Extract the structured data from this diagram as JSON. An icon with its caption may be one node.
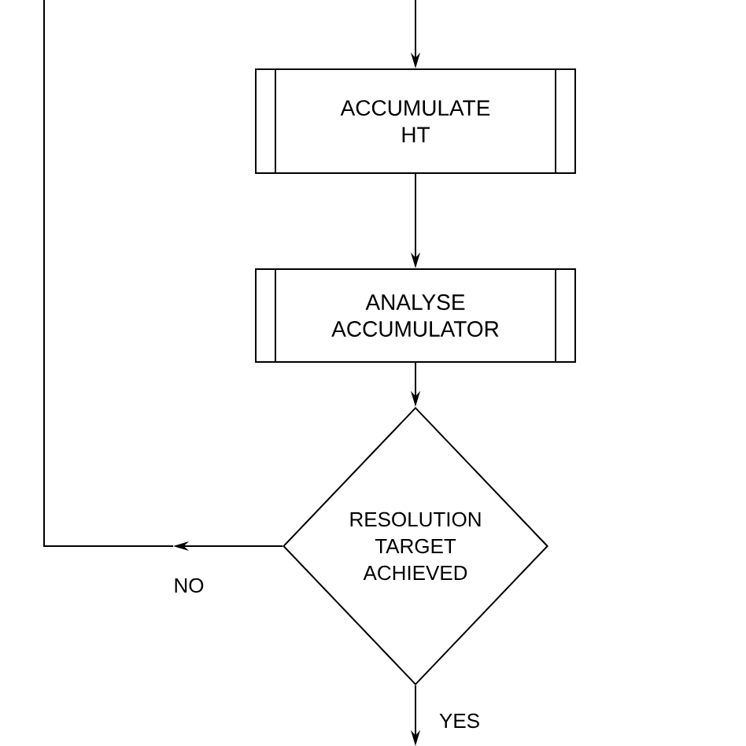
{
  "diagram": {
    "nodes": [
      {
        "text": [
          "ACCUMULATE HT"
        ]
      },
      {
        "text": [
          "ANALYSE ACCUMULATOR"
        ]
      },
      {
        "text": [
          "RESOLUTION TARGET ACHIEVED"
        ]
      }
    ],
    "edges": [
      {
        "from": null,
        "to": 0,
        "arrow": "to"
      },
      {
        "from": 0,
        "to": 1,
        "arrow": "to"
      },
      {
        "from": 1,
        "to": 2,
        "arrow": "to"
      },
      {
        "from": 2,
        "to": null,
        "arrow": "to",
        "label": "NO"
      },
      {
        "from": 2,
        "to": null,
        "arrow": "to",
        "label": "YES"
      }
    ]
  }
}
